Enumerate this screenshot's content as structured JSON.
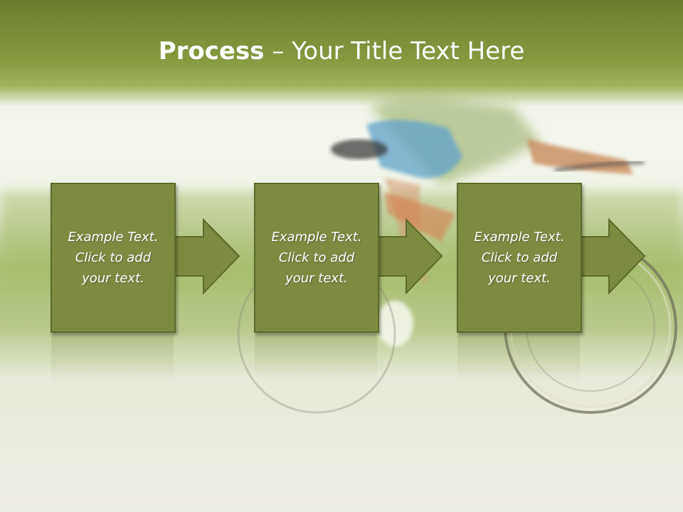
{
  "slide": {
    "title_bold": "Process",
    "title_rest": " – Your Title Text Here"
  },
  "steps": [
    {
      "text": "Example Text.\nClick  to add\nyour text."
    },
    {
      "text": "Example Text.\nClick  to add\nyour text."
    },
    {
      "text": "Example Text.\nClick  to add\nyour text."
    }
  ],
  "colors": {
    "accent": "#7d8b41",
    "title_bar": "#84993e"
  }
}
